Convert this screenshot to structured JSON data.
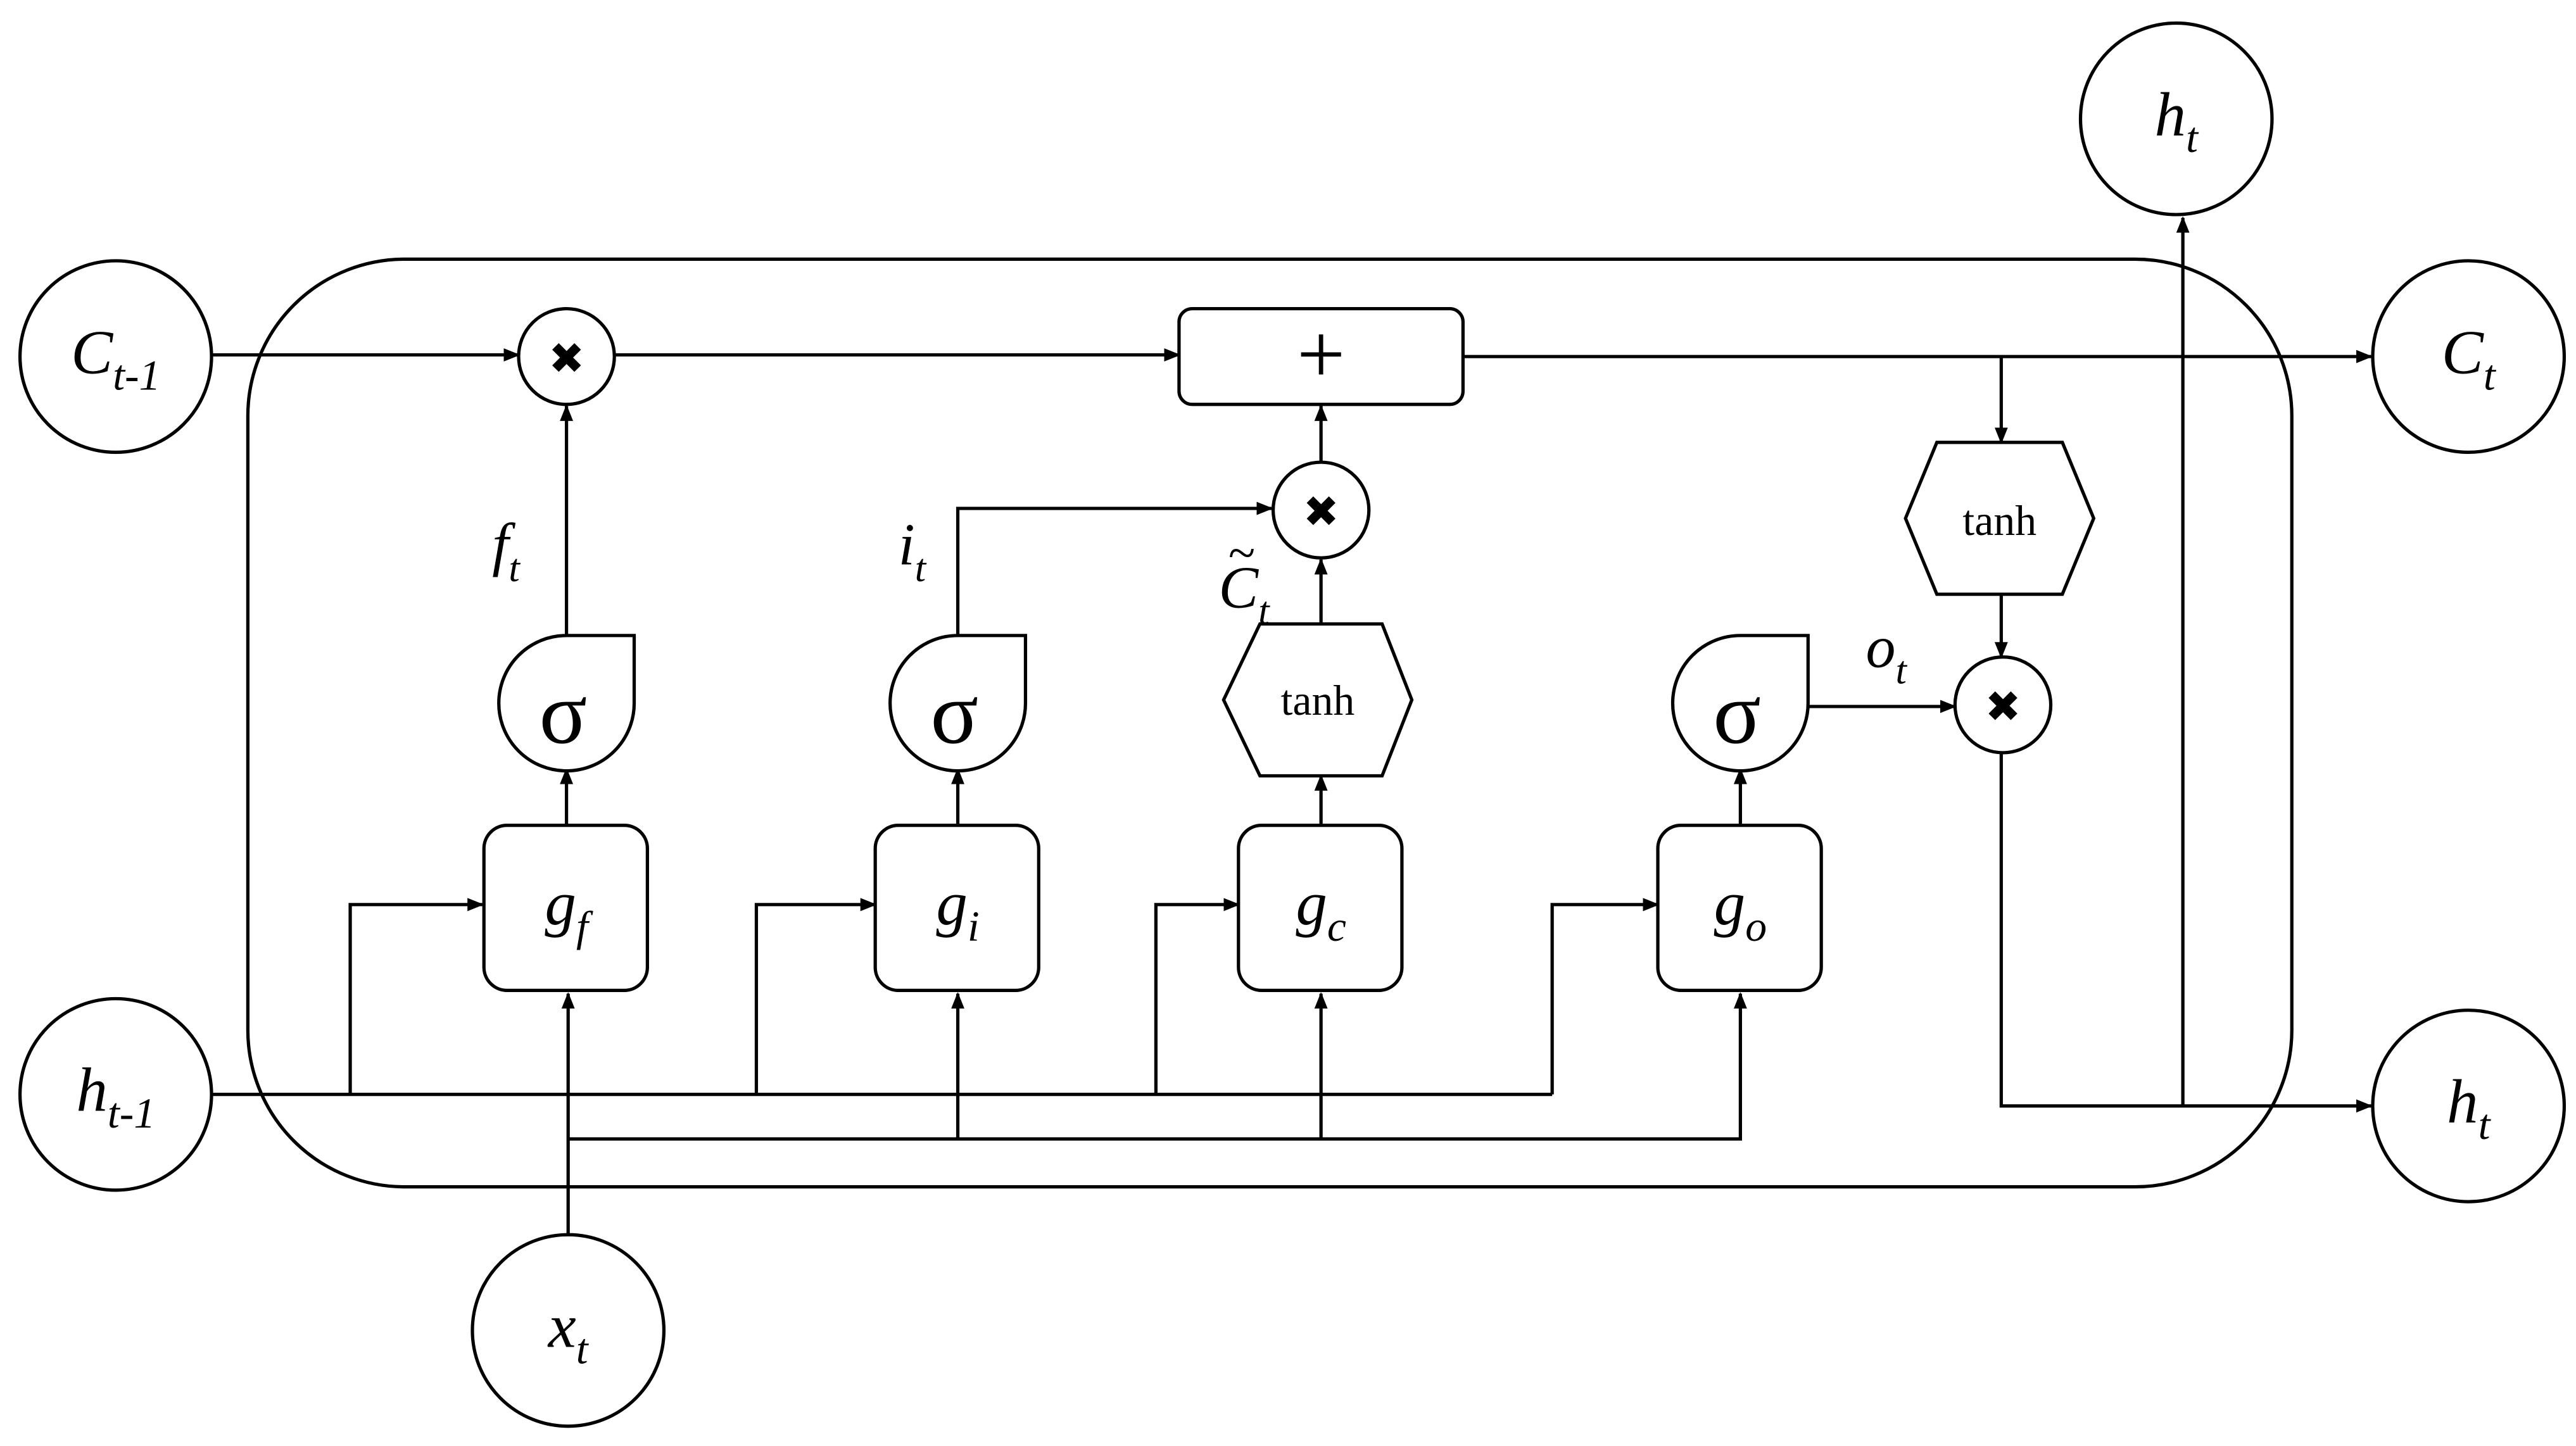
{
  "nodes": {
    "c_prev": {
      "base": "C",
      "sub": "t-1"
    },
    "h_prev": {
      "base": "h",
      "sub": "t-1"
    },
    "x_t": {
      "base": "x",
      "sub": "t"
    },
    "c_t": {
      "base": "C",
      "sub": "t"
    },
    "h_t_top": {
      "base": "h",
      "sub": "t"
    },
    "h_t_right": {
      "base": "h",
      "sub": "t"
    }
  },
  "gates": {
    "g_f": {
      "base": "g",
      "sub": "f"
    },
    "g_i": {
      "base": "g",
      "sub": "i"
    },
    "g_c": {
      "base": "g",
      "sub": "c"
    },
    "g_o": {
      "base": "g",
      "sub": "o"
    }
  },
  "activations": {
    "sigma": "σ",
    "tanh": "tanh"
  },
  "operators": {
    "multiply": "✖",
    "add": "+"
  },
  "signals": {
    "f_t": {
      "base": "f",
      "sub": "t"
    },
    "i_t": {
      "base": "i",
      "sub": "t"
    },
    "c_tilde": {
      "base": "C",
      "sub": "t",
      "accent": "~"
    },
    "o_t": {
      "base": "o",
      "sub": "t"
    }
  }
}
